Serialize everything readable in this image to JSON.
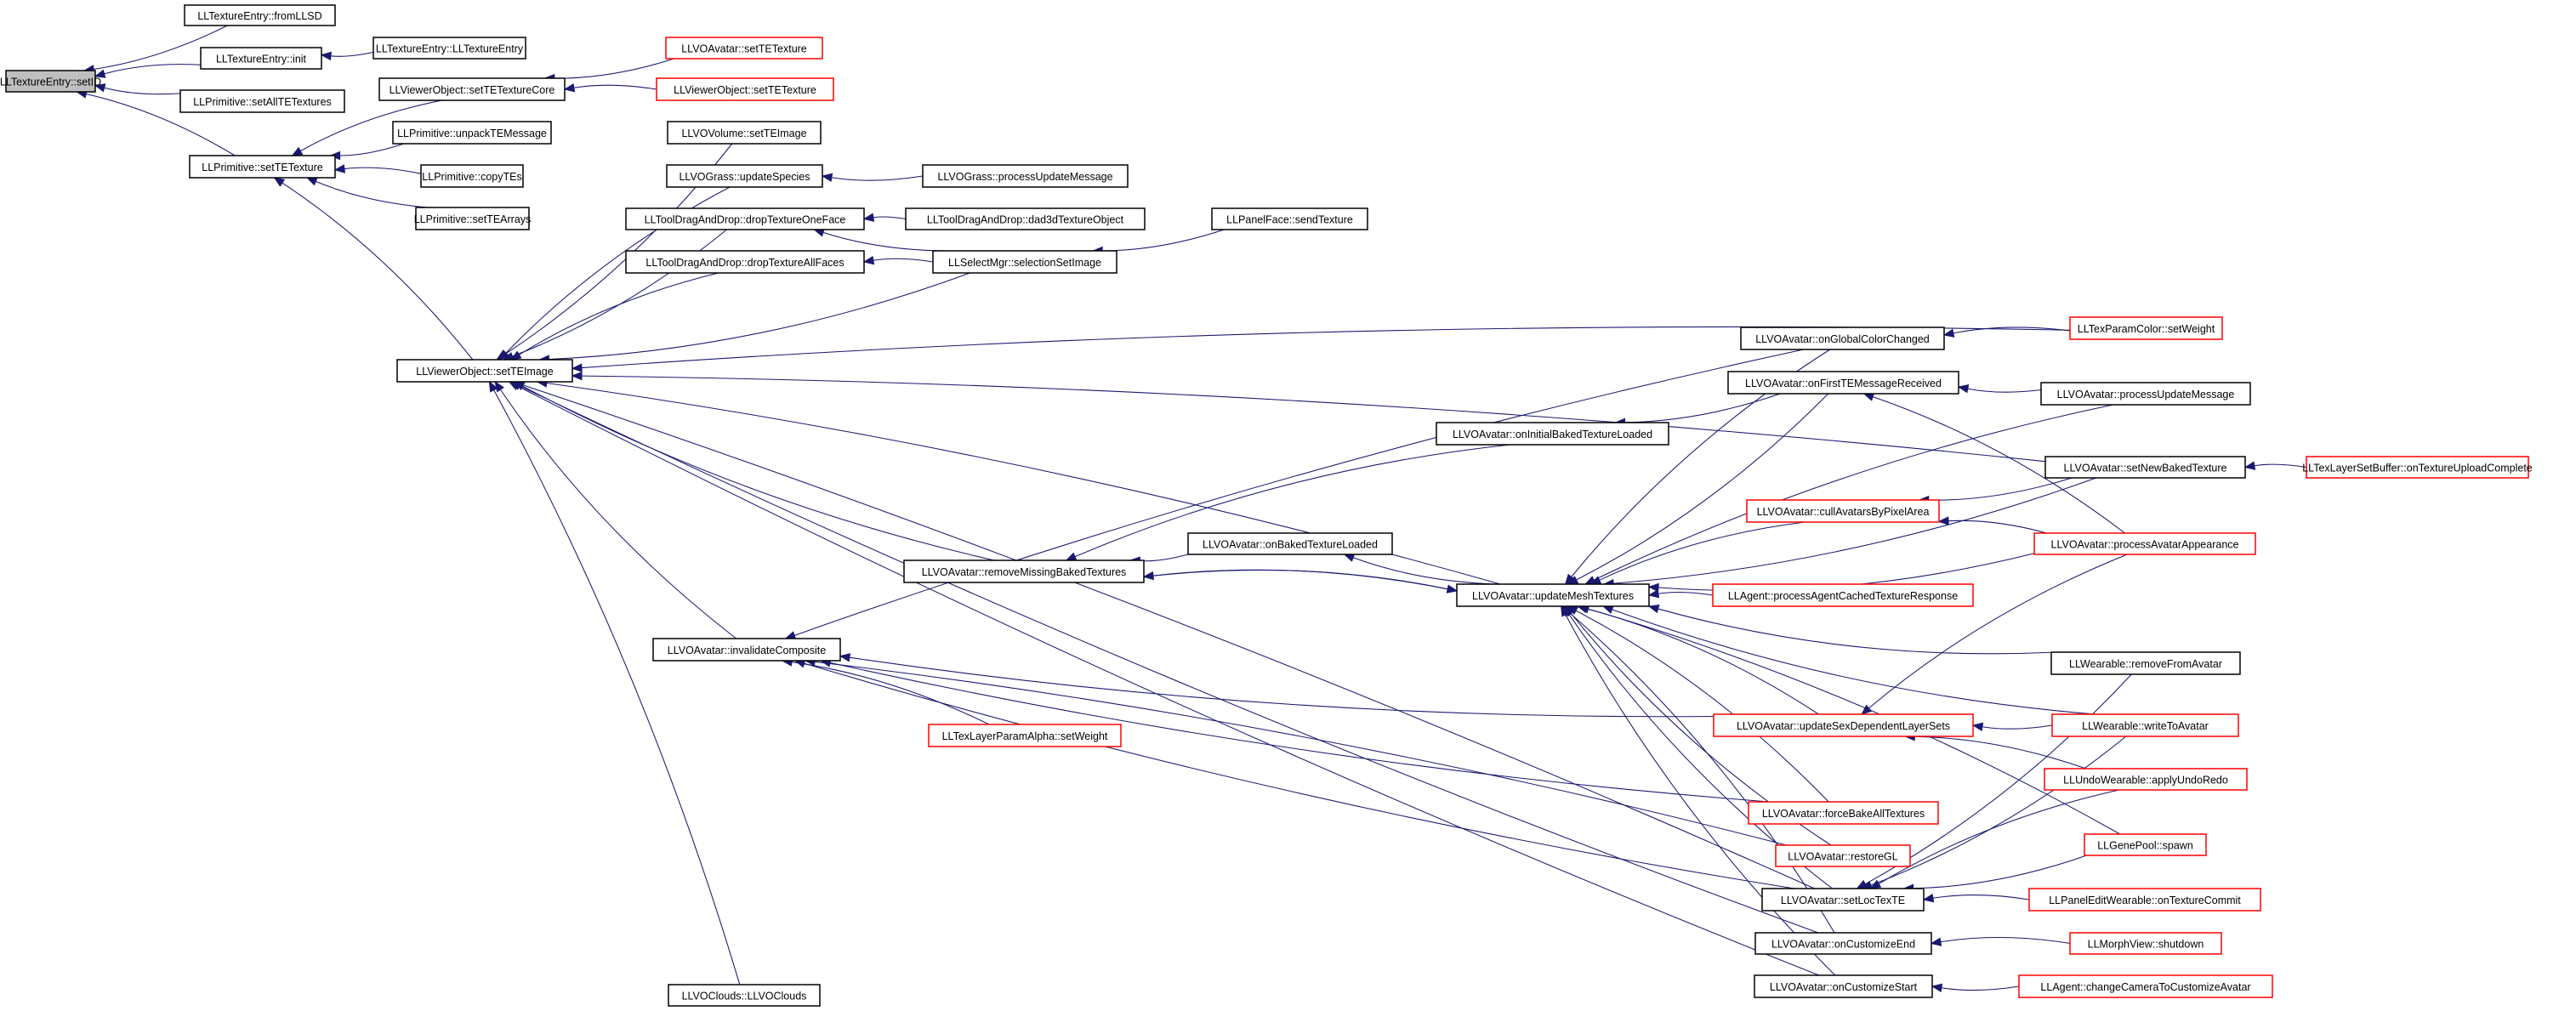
{
  "colors": {
    "edge": "#191970",
    "node_border": "#000000",
    "node_border_incomplete": "#ff0000",
    "root_fill": "#bfbfbf",
    "node_fill": "#ffffff"
  },
  "nodes": [
    {
      "id": "setID",
      "label": "LLTextureEntry::setID",
      "root": true
    },
    {
      "id": "fromLLSD",
      "label": "LLTextureEntry::fromLLSD"
    },
    {
      "id": "init",
      "label": "LLTextureEntry::init"
    },
    {
      "id": "setAllTETextures",
      "label": "LLPrimitive::setAllTETextures"
    },
    {
      "id": "primSetTETexture",
      "label": "LLPrimitive::setTETexture"
    },
    {
      "id": "teCtor",
      "label": "LLTextureEntry::LLTextureEntry"
    },
    {
      "id": "setTETextureCore",
      "label": "LLViewerObject::setTETextureCore"
    },
    {
      "id": "unpackTEMessage",
      "label": "LLPrimitive::unpackTEMessage"
    },
    {
      "id": "copyTEs",
      "label": "LLPrimitive::copyTEs"
    },
    {
      "id": "setTEArrays",
      "label": "LLPrimitive::setTEArrays"
    },
    {
      "id": "avSetTETexture",
      "label": "LLVOAvatar::setTETexture",
      "red": true
    },
    {
      "id": "voSetTETexture",
      "label": "LLViewerObject::setTETexture",
      "red": true
    },
    {
      "id": "setTEImage",
      "label": "LLViewerObject::setTEImage"
    },
    {
      "id": "volSetTEImage",
      "label": "LLVOVolume::setTEImage"
    },
    {
      "id": "grassUpdateSpecies",
      "label": "LLVOGrass::updateSpecies"
    },
    {
      "id": "grassProcessUpdate",
      "label": "LLVOGrass::processUpdateMessage"
    },
    {
      "id": "dropOneFace",
      "label": "LLToolDragAndDrop::dropTextureOneFace"
    },
    {
      "id": "dropAllFaces",
      "label": "LLToolDragAndDrop::dropTextureAllFaces"
    },
    {
      "id": "dad3d",
      "label": "LLToolDragAndDrop::dad3dTextureObject"
    },
    {
      "id": "selectionSetImage",
      "label": "LLSelectMgr::selectionSetImage"
    },
    {
      "id": "sendTexture",
      "label": "LLPanelFace::sendTexture"
    },
    {
      "id": "texParamSetWeight",
      "label": "LLTexParamColor::setWeight",
      "red": true
    },
    {
      "id": "onGlobalColorChanged",
      "label": "LLVOAvatar::onGlobalColorChanged"
    },
    {
      "id": "onFirstTEMessage",
      "label": "LLVOAvatar::onFirstTEMessageReceived"
    },
    {
      "id": "avProcessUpdate",
      "label": "LLVOAvatar::processUpdateMessage"
    },
    {
      "id": "onInitialBaked",
      "label": "LLVOAvatar::onInitialBakedTextureLoaded"
    },
    {
      "id": "setNewBaked",
      "label": "LLVOAvatar::setNewBakedTexture"
    },
    {
      "id": "onTextureUploadComplete",
      "label": "LLTexLayerSetBuffer::onTextureUploadComplete",
      "red": true
    },
    {
      "id": "cullAvatars",
      "label": "LLVOAvatar::cullAvatarsByPixelArea",
      "red": true
    },
    {
      "id": "processAppearance",
      "label": "LLVOAvatar::processAvatarAppearance",
      "red": true
    },
    {
      "id": "onBakedLoaded",
      "label": "LLVOAvatar::onBakedTextureLoaded"
    },
    {
      "id": "removeMissing",
      "label": "LLVOAvatar::removeMissingBakedTextures"
    },
    {
      "id": "updateMesh",
      "label": "LLVOAvatar::updateMeshTextures"
    },
    {
      "id": "agentCached",
      "label": "LLAgent::processAgentCachedTextureResponse",
      "red": true
    },
    {
      "id": "invalidateComposite",
      "label": "LLVOAvatar::invalidateComposite"
    },
    {
      "id": "removeFromAvatar",
      "label": "LLWearable::removeFromAvatar"
    },
    {
      "id": "updateSexLayers",
      "label": "LLVOAvatar::updateSexDependentLayerSets",
      "red": true
    },
    {
      "id": "writeToAvatar",
      "label": "LLWearable::writeToAvatar",
      "red": true
    },
    {
      "id": "layerAlphaSetWeight",
      "label": "LLTexLayerParamAlpha::setWeight",
      "red": true
    },
    {
      "id": "applyUndoRedo",
      "label": "LLUndoWearable::applyUndoRedo",
      "red": true
    },
    {
      "id": "forceBake",
      "label": "LLVOAvatar::forceBakeAllTextures",
      "red": true
    },
    {
      "id": "restoreGL",
      "label": "LLVOAvatar::restoreGL",
      "red": true
    },
    {
      "id": "genePoolSpawn",
      "label": "LLGenePool::spawn",
      "red": true
    },
    {
      "id": "setLocTexTE",
      "label": "LLVOAvatar::setLocTexTE"
    },
    {
      "id": "onTextureCommit",
      "label": "LLPanelEditWearable::onTextureCommit",
      "red": true
    },
    {
      "id": "onCustomizeEnd",
      "label": "LLVOAvatar::onCustomizeEnd"
    },
    {
      "id": "morphShutdown",
      "label": "LLMorphView::shutdown",
      "red": true
    },
    {
      "id": "clouds",
      "label": "LLVOClouds::LLVOClouds"
    },
    {
      "id": "onCustomizeStart",
      "label": "LLVOAvatar::onCustomizeStart"
    },
    {
      "id": "changeCamera",
      "label": "LLAgent::changeCameraToCustomizeAvatar",
      "red": true
    }
  ],
  "edges": [
    [
      "setID",
      "fromLLSD"
    ],
    [
      "setID",
      "init"
    ],
    [
      "setID",
      "setAllTETextures"
    ],
    [
      "setID",
      "primSetTETexture"
    ],
    [
      "init",
      "teCtor"
    ],
    [
      "primSetTETexture",
      "setTETextureCore"
    ],
    [
      "primSetTETexture",
      "unpackTEMessage"
    ],
    [
      "primSetTETexture",
      "copyTEs"
    ],
    [
      "primSetTETexture",
      "setTEArrays"
    ],
    [
      "primSetTETexture",
      "setTEImage"
    ],
    [
      "setTETextureCore",
      "avSetTETexture"
    ],
    [
      "setTETextureCore",
      "voSetTETexture"
    ],
    [
      "setTEImage",
      "volSetTEImage"
    ],
    [
      "setTEImage",
      "grassUpdateSpecies"
    ],
    [
      "setTEImage",
      "dropOneFace"
    ],
    [
      "setTEImage",
      "dropAllFaces"
    ],
    [
      "setTEImage",
      "selectionSetImage"
    ],
    [
      "setTEImage",
      "texParamSetWeight"
    ],
    [
      "setTEImage",
      "removeMissing"
    ],
    [
      "setTEImage",
      "updateMesh"
    ],
    [
      "setTEImage",
      "invalidateComposite"
    ],
    [
      "setTEImage",
      "setLocTexTE"
    ],
    [
      "setTEImage",
      "onCustomizeEnd"
    ],
    [
      "setTEImage",
      "clouds"
    ],
    [
      "setTEImage",
      "onCustomizeStart"
    ],
    [
      "setTEImage",
      "setNewBaked"
    ],
    [
      "grassUpdateSpecies",
      "grassProcessUpdate"
    ],
    [
      "dropOneFace",
      "dad3d"
    ],
    [
      "dropOneFace",
      "selectionSetImage"
    ],
    [
      "dropAllFaces",
      "selectionSetImage"
    ],
    [
      "selectionSetImage",
      "sendTexture"
    ],
    [
      "onGlobalColorChanged",
      "texParamSetWeight"
    ],
    [
      "onFirstTEMessage",
      "avProcessUpdate"
    ],
    [
      "onFirstTEMessage",
      "processAppearance"
    ],
    [
      "onInitialBaked",
      "onFirstTEMessage"
    ],
    [
      "setNewBaked",
      "onTextureUploadComplete"
    ],
    [
      "cullAvatars",
      "setNewBaked"
    ],
    [
      "cullAvatars",
      "processAppearance"
    ],
    [
      "onBakedLoaded",
      "updateMesh"
    ],
    [
      "removeMissing",
      "onInitialBaked"
    ],
    [
      "removeMissing",
      "onBakedLoaded"
    ],
    [
      "removeMissing",
      "updateMesh"
    ],
    [
      "updateMesh",
      "removeMissing"
    ],
    [
      "updateMesh",
      "onGlobalColorChanged"
    ],
    [
      "updateMesh",
      "onFirstTEMessage"
    ],
    [
      "updateMesh",
      "avProcessUpdate"
    ],
    [
      "updateMesh",
      "setNewBaked"
    ],
    [
      "updateMesh",
      "cullAvatars"
    ],
    [
      "updateMesh",
      "processAppearance"
    ],
    [
      "updateMesh",
      "agentCached"
    ],
    [
      "updateMesh",
      "removeFromAvatar"
    ],
    [
      "updateMesh",
      "updateSexLayers"
    ],
    [
      "updateMesh",
      "writeToAvatar"
    ],
    [
      "updateMesh",
      "forceBake"
    ],
    [
      "updateMesh",
      "restoreGL"
    ],
    [
      "updateMesh",
      "genePoolSpawn"
    ],
    [
      "updateMesh",
      "setLocTexTE"
    ],
    [
      "updateMesh",
      "onCustomizeEnd"
    ],
    [
      "updateMesh",
      "onCustomizeStart"
    ],
    [
      "invalidateComposite",
      "onGlobalColorChanged"
    ],
    [
      "invalidateComposite",
      "updateSexLayers"
    ],
    [
      "invalidateComposite",
      "layerAlphaSetWeight"
    ],
    [
      "invalidateComposite",
      "forceBake"
    ],
    [
      "invalidateComposite",
      "restoreGL"
    ],
    [
      "invalidateComposite",
      "setLocTexTE"
    ],
    [
      "updateSexLayers",
      "processAppearance"
    ],
    [
      "updateSexLayers",
      "writeToAvatar"
    ],
    [
      "updateSexLayers",
      "applyUndoRedo"
    ],
    [
      "setLocTexTE",
      "writeToAvatar"
    ],
    [
      "setLocTexTE",
      "applyUndoRedo"
    ],
    [
      "setLocTexTE",
      "genePoolSpawn"
    ],
    [
      "setLocTexTE",
      "onTextureCommit"
    ],
    [
      "setLocTexTE",
      "removeFromAvatar"
    ],
    [
      "onCustomizeEnd",
      "morphShutdown"
    ],
    [
      "onCustomizeStart",
      "changeCamera"
    ]
  ]
}
